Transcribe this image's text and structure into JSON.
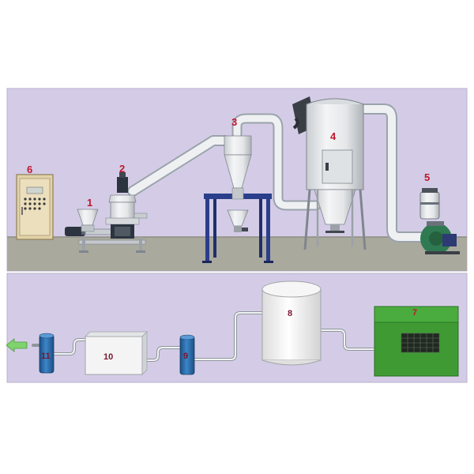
{
  "labels": {
    "n1": "1",
    "n2": "2",
    "n3": "3",
    "n4": "4",
    "n5": "5",
    "n6": "6",
    "n7": "7",
    "n8": "8",
    "n9": "9",
    "n10": "10",
    "n11": "11"
  },
  "colors": {
    "panel_bg": "#d4cce6",
    "floor": "#a9a99e",
    "pipe": "#eef0f2",
    "pipe_outline": "#9aa3ab",
    "stand_blue": "#2a3e8c",
    "cabinet": "#e2d2a8",
    "green_unit": "#3f9a34",
    "blue_tank": "#2f6ea8",
    "label_red": "#c0162c",
    "arrow_green": "#7fd36c"
  },
  "icons": {
    "outlet": "arrow-left-icon"
  }
}
